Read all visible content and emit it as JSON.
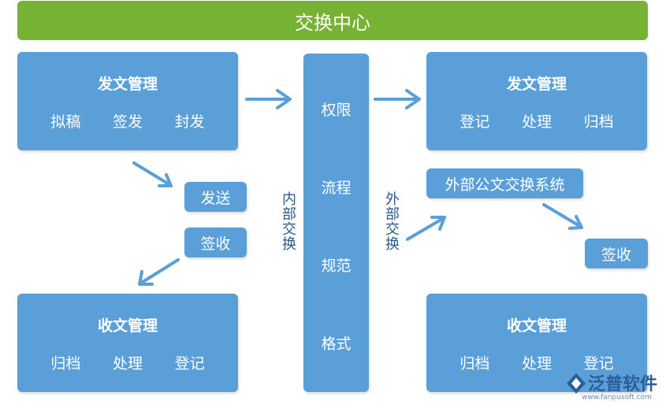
{
  "header": {
    "title": "交换中心"
  },
  "left_top": {
    "title": "发文管理",
    "items": [
      "拟稿",
      "签发",
      "封发"
    ]
  },
  "left_bottom": {
    "title": "收文管理",
    "items": [
      "归档",
      "处理",
      "登记"
    ]
  },
  "right_top": {
    "title": "发文管理",
    "items": [
      "登记",
      "处理",
      "归档"
    ]
  },
  "right_bottom": {
    "title": "收文管理",
    "items": [
      "归档",
      "处理",
      "登记"
    ]
  },
  "center": {
    "items": [
      "权限",
      "流程",
      "规范",
      "格式"
    ]
  },
  "small_boxes": {
    "send": "发送",
    "receive_left": "签收",
    "external_system": "外部公文交换系统",
    "receive_right": "签收"
  },
  "labels": {
    "internal": "内部交换",
    "external": "外部交换"
  },
  "logo": {
    "name": "泛普软件",
    "url": "www.fanpusoft.com"
  },
  "colors": {
    "header": "#76b234",
    "box": "#5a9fd8",
    "arrow": "#5a9fd8",
    "label_text": "#2b5a8a"
  }
}
